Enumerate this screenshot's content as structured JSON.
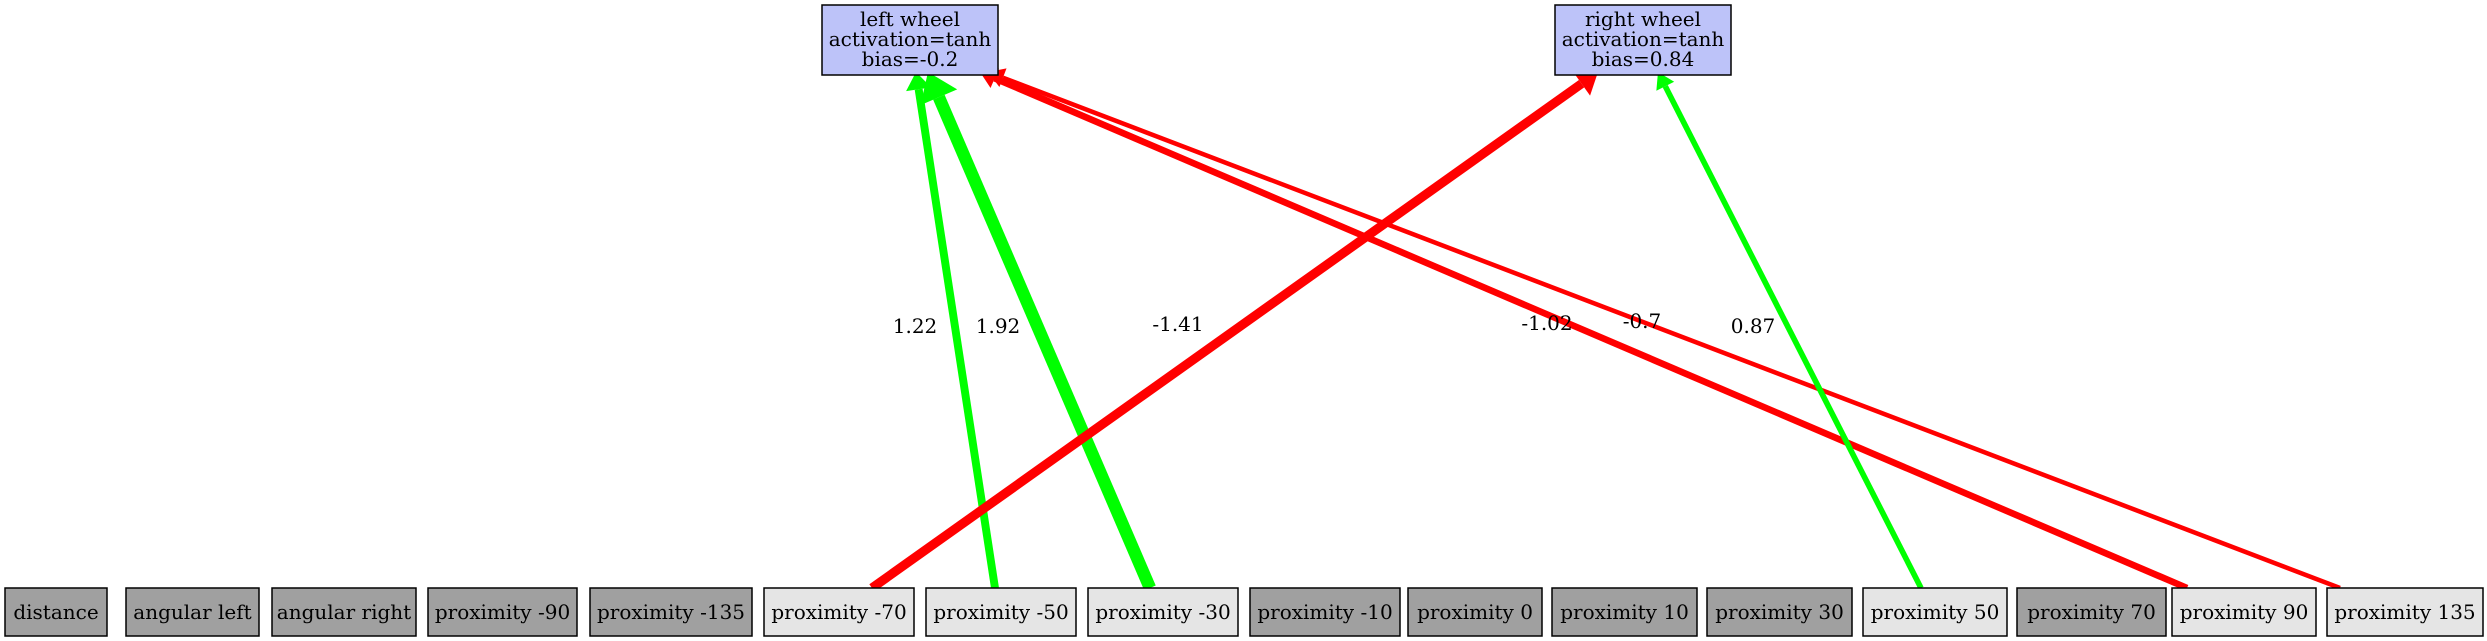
{
  "output_nodes": [
    {
      "id": "left_wheel",
      "lines": [
        "left wheel",
        "activation=tanh",
        "bias=-0.2"
      ],
      "fill": "#bdc3f9"
    },
    {
      "id": "right_wheel",
      "lines": [
        "right wheel",
        "activation=tanh",
        "bias=0.84"
      ],
      "fill": "#bdc3f9"
    }
  ],
  "input_nodes": [
    {
      "id": "distance",
      "label": "distance",
      "connected": false
    },
    {
      "id": "angular_left",
      "label": "angular left",
      "connected": false
    },
    {
      "id": "angular_right",
      "label": "angular right",
      "connected": false
    },
    {
      "id": "prox_m90",
      "label": "proximity -90",
      "connected": false
    },
    {
      "id": "prox_m135",
      "label": "proximity -135",
      "connected": false
    },
    {
      "id": "prox_m70",
      "label": "proximity -70",
      "connected": true
    },
    {
      "id": "prox_m50",
      "label": "proximity -50",
      "connected": true
    },
    {
      "id": "prox_m30",
      "label": "proximity -30",
      "connected": true
    },
    {
      "id": "prox_m10",
      "label": "proximity -10",
      "connected": false
    },
    {
      "id": "prox_0",
      "label": "proximity 0",
      "connected": false
    },
    {
      "id": "prox_10",
      "label": "proximity 10",
      "connected": false
    },
    {
      "id": "prox_30",
      "label": "proximity 30",
      "connected": false
    },
    {
      "id": "prox_50",
      "label": "proximity 50",
      "connected": true
    },
    {
      "id": "prox_70",
      "label": "proximity 70",
      "connected": false
    },
    {
      "id": "prox_90",
      "label": "proximity 90",
      "connected": true
    },
    {
      "id": "prox_135",
      "label": "proximity 135",
      "connected": true
    }
  ],
  "edges": [
    {
      "from": "prox_m50",
      "to": "left_wheel",
      "weight": 1.22,
      "label": "1.22"
    },
    {
      "from": "prox_m30",
      "to": "left_wheel",
      "weight": 1.92,
      "label": "1.92"
    },
    {
      "from": "prox_m70",
      "to": "right_wheel",
      "weight": -1.41,
      "label": "-1.41"
    },
    {
      "from": "prox_90",
      "to": "left_wheel",
      "weight": -1.02,
      "label": "-1.02"
    },
    {
      "from": "prox_135",
      "to": "left_wheel",
      "weight": -0.7,
      "label": "-0.7"
    },
    {
      "from": "prox_50",
      "to": "right_wheel",
      "weight": 0.87,
      "label": "0.87"
    }
  ],
  "colors": {
    "positive_edge": "#00ff00",
    "negative_edge": "#ff0000",
    "connected_input_fill": "#e5e5e5",
    "unconnected_input_fill": "#a0a0a0",
    "node_border": "#000000"
  }
}
